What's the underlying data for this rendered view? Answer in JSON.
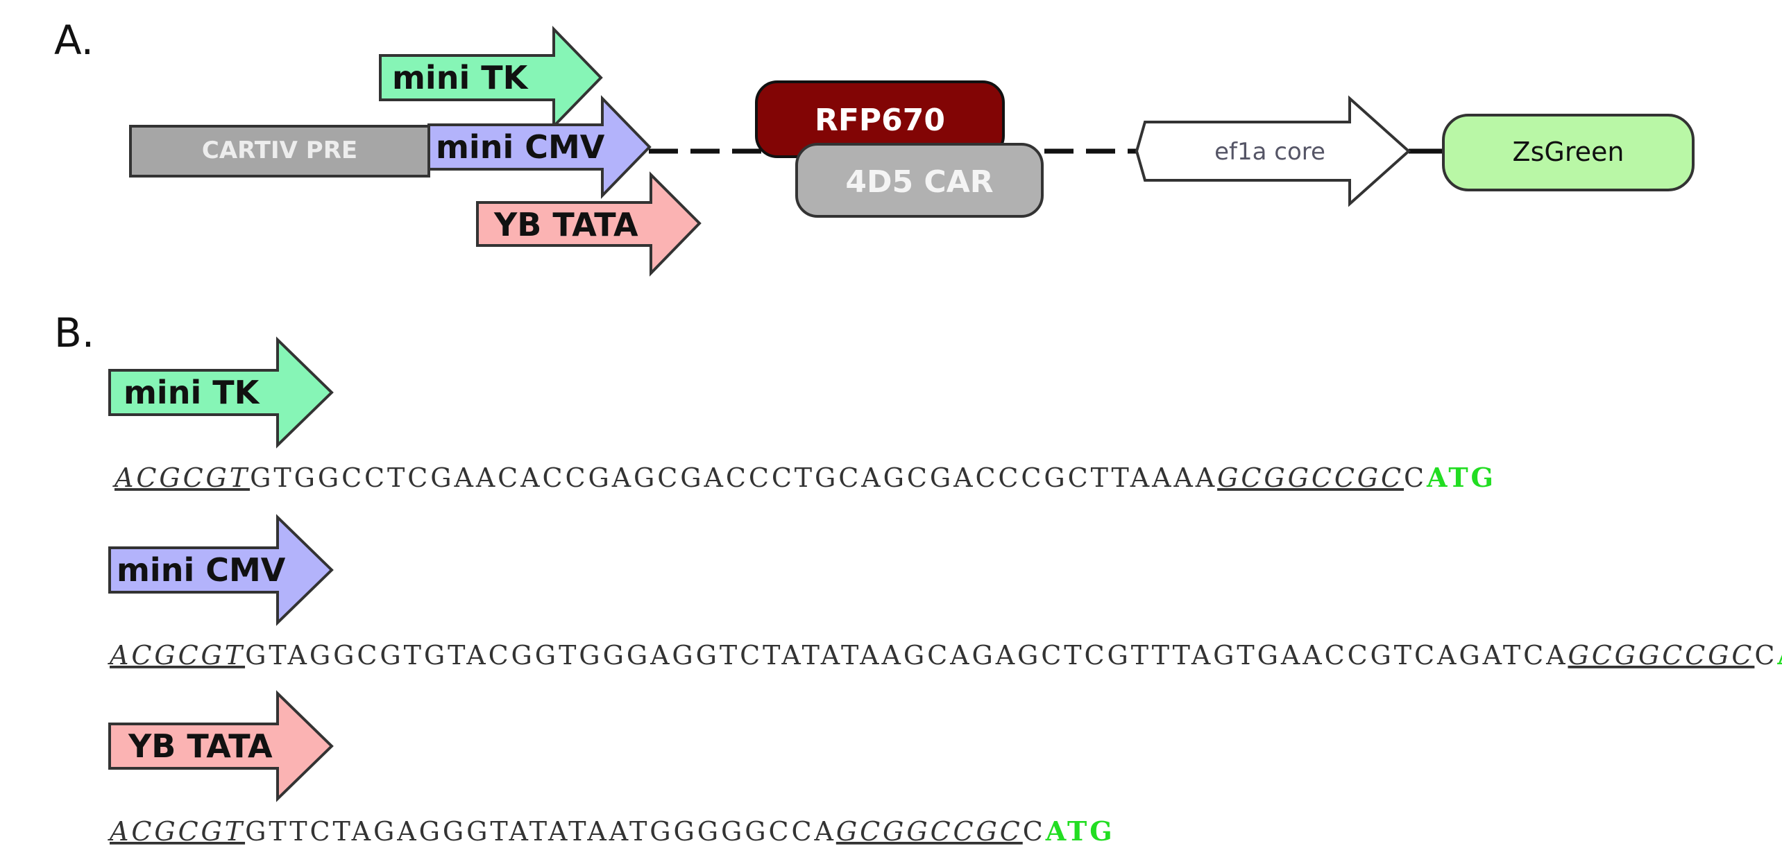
{
  "panel_a": {
    "label": "A.",
    "elements": {
      "cartiv_pre": "CARTIV PRE",
      "mini_tk": "mini TK",
      "mini_cmv": "mini CMV",
      "yb_tata": "YB TATA",
      "rfp670": "RFP670",
      "car_4d5": "4D5 CAR",
      "ef1a_core": "ef1a core",
      "zsgreen": "ZsGreen"
    },
    "colors": {
      "cartiv_pre": "#a6a6a6",
      "mini_tk": "#86f5b6",
      "mini_cmv": "#b3b3fb",
      "yb_tata": "#fbb3b3",
      "rfp670": "#820505",
      "car_4d5": "#b1b1b1",
      "ef1a_core": "#ffffff",
      "zsgreen": "#b9f7a6"
    }
  },
  "panel_b": {
    "label": "B.",
    "promoters": [
      {
        "name": "mini TK",
        "color": "#86f5b6",
        "site5": "ACGCGT",
        "core": "GTGGCCTCGAACACCGAGCGACCCTGCAGCGACCCGCTTAAAA",
        "site3": "GCGGCCGC",
        "spacer": "C",
        "start": "ATG"
      },
      {
        "name": "mini CMV",
        "color": "#b3b3fb",
        "site5": "ACGCGT",
        "core": "GTAGGCGTGTACGGTGGGAGGTCTATATAAGCAGAGCTCGTTTAGTGAACCGTCAGATCA",
        "site3": "GCGGCCGC",
        "spacer": "C",
        "start": "ATG"
      },
      {
        "name": "YB TATA",
        "color": "#fbb3b3",
        "site5": "ACGCGT",
        "core": "GTTCTAGAGGGTATATAATGGGGGCCA",
        "site3": "GCGGCCGC",
        "spacer": "C",
        "start": "ATG"
      }
    ],
    "start_color": "#22dd22"
  }
}
